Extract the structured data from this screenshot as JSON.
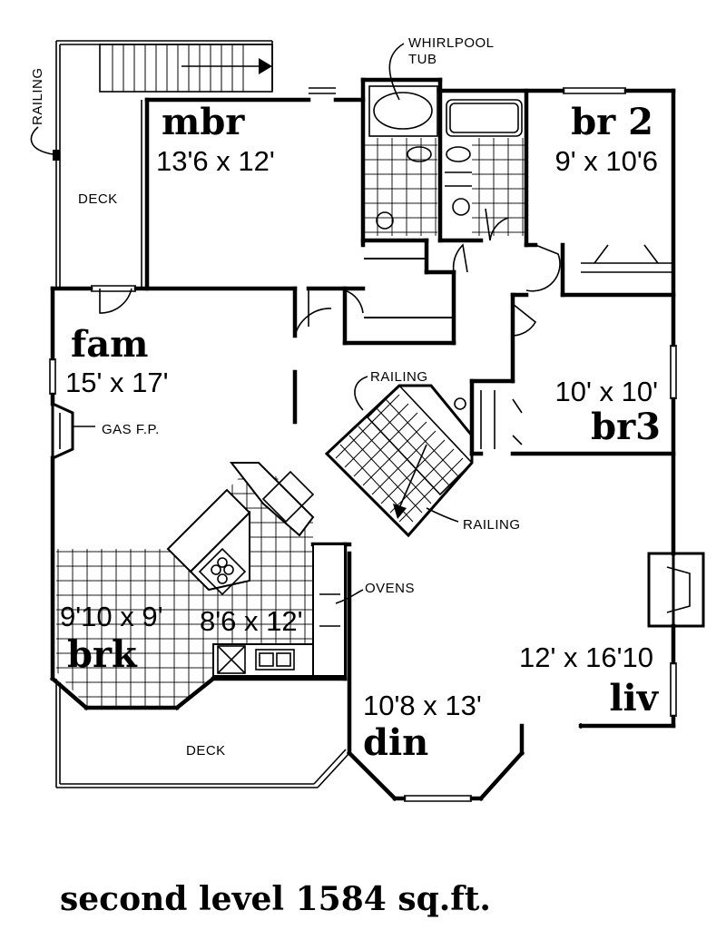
{
  "rooms": {
    "mbr": {
      "name": "mbr",
      "dim": "13'6 x 12'"
    },
    "br2": {
      "name": "br 2",
      "dim": "9' x 10'6"
    },
    "br3": {
      "name": "br3",
      "dim": "10' x 10'"
    },
    "fam": {
      "name": "fam",
      "dim": "15' x 17'"
    },
    "brk": {
      "name": "brk",
      "dim": "9'10 x 9'"
    },
    "kitchen": {
      "dim": "8'6 x 12'"
    },
    "din": {
      "name": "din",
      "dim": "10'8 x 13'"
    },
    "liv": {
      "name": "liv",
      "dim": "12' x 16'10"
    }
  },
  "labels": {
    "deck_top": "DECK",
    "deck_bottom": "DECK",
    "railing_left": "RAILING",
    "railing_stair_top": "RAILING",
    "railing_stair_bottom": "RAILING",
    "whirlpool_line1": "WHIRLPOOL",
    "whirlpool_line2": "TUB",
    "gas_fp": "GAS F.P.",
    "ovens": "OVENS"
  },
  "caption": "second level 1584 sq.ft."
}
